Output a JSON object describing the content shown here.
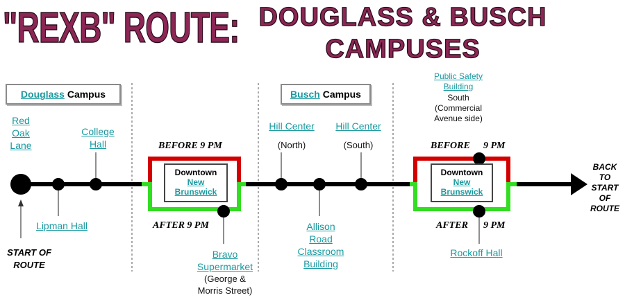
{
  "title": {
    "route_name": "\"REXB\" ROUTE:",
    "line1": "DOUGLASS & BUSCH",
    "line2": "CAMPUSES"
  },
  "campuses": {
    "douglass": {
      "name": "Douglass",
      "suffix": "Campus"
    },
    "busch": {
      "name": "Busch",
      "suffix": "Campus"
    }
  },
  "stops": {
    "red_oak_lane": "Red\nOak\nLane",
    "lipman_hall": "Lipman Hall",
    "college_hall": "College\nHall",
    "bravo_supermarket": "Bravo\nSupermarket",
    "bravo_note": "(George &\nMorris Street)",
    "hill_center_north": "Hill Center",
    "hill_center_north_note": "(North)",
    "hill_center_south": "Hill Center",
    "hill_center_south_note": "(South)",
    "allison_road": "Allison\nRoad\nClassroom\nBuilding",
    "public_safety": "Public Safety\nBuilding",
    "public_safety_note": "South\n(Commercial\nAvenue side)",
    "rockoff_hall": "Rockoff Hall"
  },
  "downtown": {
    "line1": "Downtown",
    "line2": "New",
    "line3": "Brunswick"
  },
  "labels": {
    "before_1": "BEFORE 9 PM",
    "after_1": "AFTER 9 PM",
    "before_2_a": "BEFORE",
    "before_2_b": "9 PM",
    "after_2_a": "AFTER",
    "after_2_b": "9 PM",
    "start": "START OF\nROUTE",
    "back": "BACK\nTO\nSTART\nOF\nROUTE"
  },
  "colors": {
    "title": "#8c2655",
    "link": "#1a9aa0",
    "before_path": "#d40000",
    "after_path": "#33dd22",
    "route_line": "#000000"
  }
}
